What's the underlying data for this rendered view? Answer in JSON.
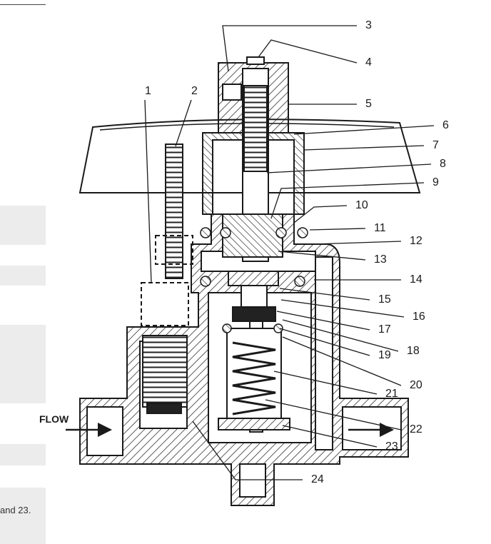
{
  "flow_label": "FLOW",
  "side_text": "and 23.",
  "callouts": [
    "1",
    "2",
    "3",
    "4",
    "5",
    "6",
    "7",
    "8",
    "9",
    "10",
    "11",
    "12",
    "13",
    "14",
    "15",
    "16",
    "17",
    "18",
    "19",
    "20",
    "21",
    "22",
    "23",
    "24"
  ],
  "colors": {
    "ink": "#1a1a1a",
    "panel": "#ececec",
    "hatch": "#333333"
  }
}
